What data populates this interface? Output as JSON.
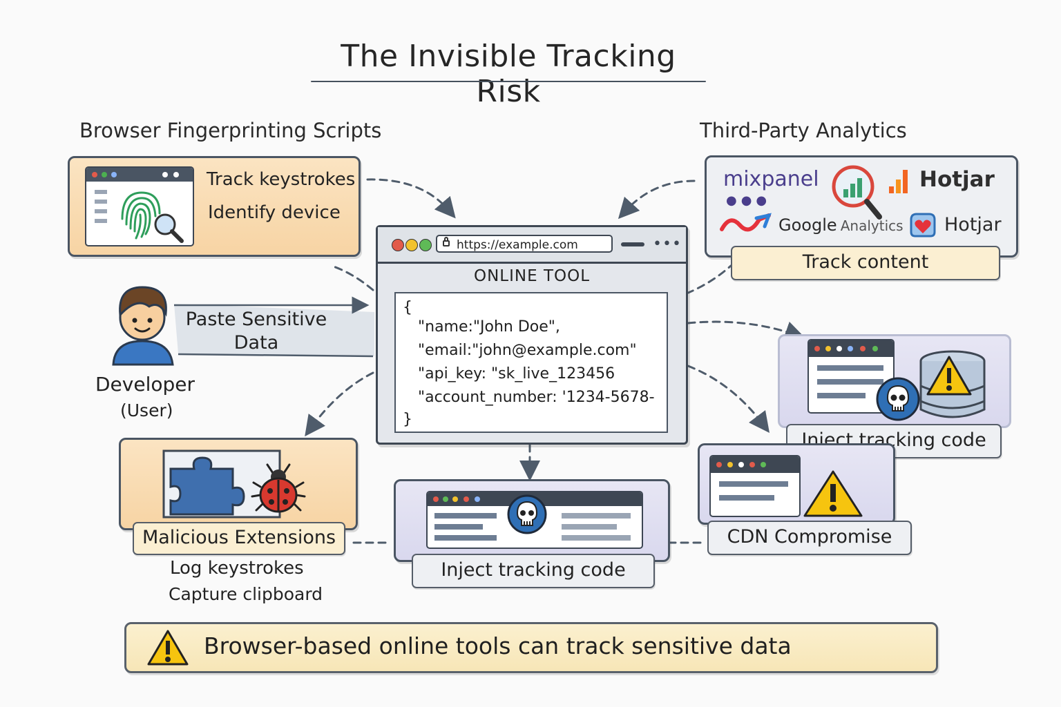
{
  "title": "The Invisible Tracking Risk",
  "fingerprinting": {
    "heading": "Browser Fingerprinting Scripts",
    "items": [
      "Track keystrokes",
      "Identify device"
    ]
  },
  "analytics": {
    "heading": "Third-Party Analytics",
    "brands": [
      "mixpanel",
      "Hotjar",
      "Google Analytics",
      "Hotjar"
    ],
    "brand_parts": {
      "google": "Google",
      "analytics_word": "Analytics"
    },
    "caption": "Track content"
  },
  "user": {
    "action": [
      "Paste Sensitive",
      "Data"
    ],
    "name": "Developer",
    "role": "(User)"
  },
  "browser": {
    "url": "https://example.com",
    "tool_title": "ONLINE  TOOL",
    "code": [
      "{",
      "\"name:\"John Doe\",",
      "\"email:\"john@example.com\"",
      "\"api_key: \"sk_live_123456",
      "\"account_number: '1234-5678-",
      "}"
    ]
  },
  "extensions": {
    "caption": "Malicious Extensions",
    "items": [
      "Log keystrokes",
      "Capture clipboard"
    ]
  },
  "inject_center": {
    "caption": "Inject tracking code"
  },
  "inject_right": {
    "caption": "Inject tracking code"
  },
  "cdn": {
    "caption": "CDN Compromise"
  },
  "banner": {
    "text": "Browser-based online tools can track sensitive data"
  },
  "colors": {
    "outline": "#3e4753",
    "orange_card": "#f7d4a4",
    "purple_card": "#d9d8ee",
    "cream": "#fbefd2",
    "warning_yellow": "#f6c40f",
    "arrow": "#4f5c6b",
    "mixpanel_purple": "#4a3e8c",
    "hotjar_orange": "#f26522",
    "hotjar_red": "#e5323b"
  }
}
